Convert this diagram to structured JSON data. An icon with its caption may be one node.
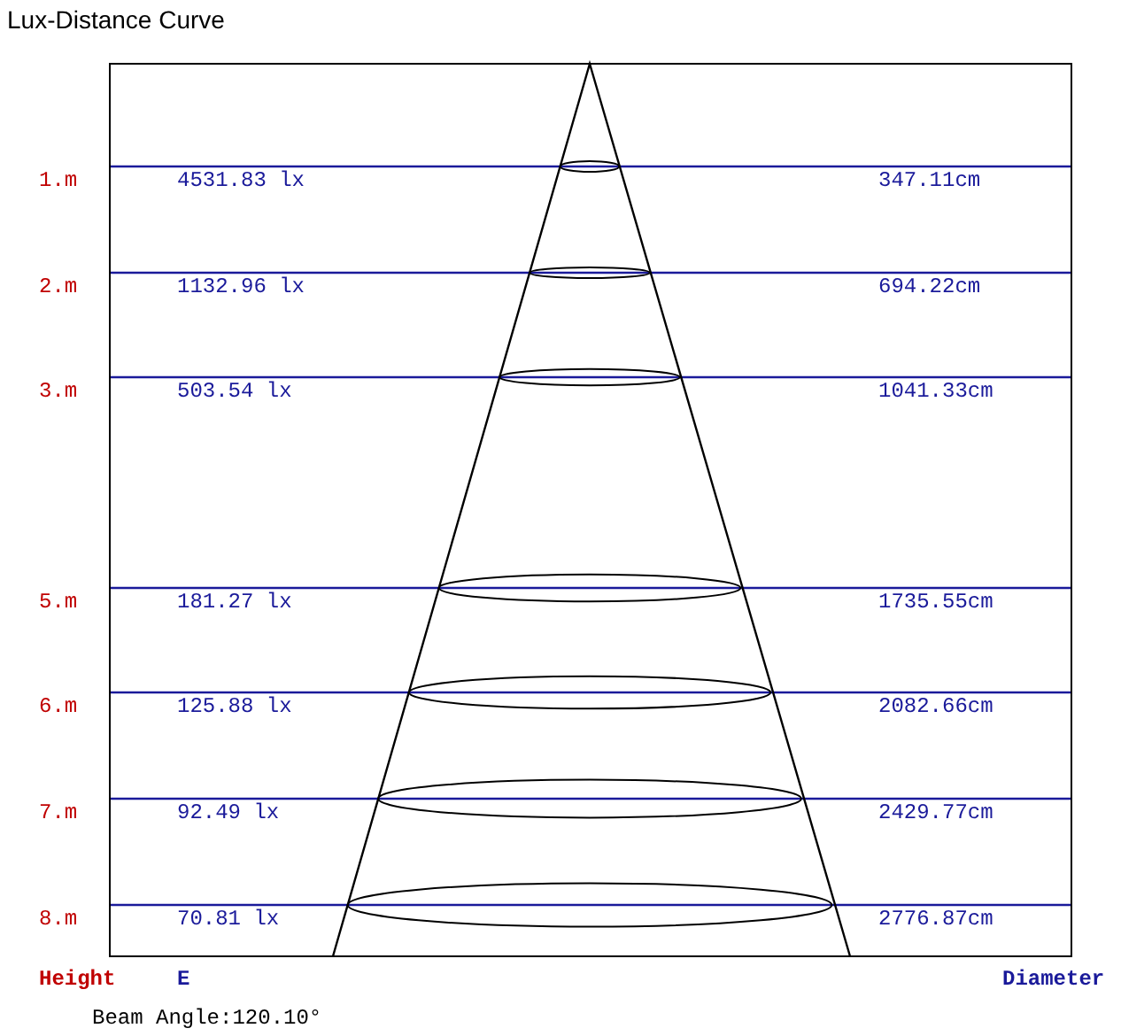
{
  "diagram": {
    "title": "Lux-Distance Curve",
    "labels": [
      "1.m",
      "4531.83 lx",
      "347.11cm",
      "2.m",
      "1132.96 lx",
      "694.22cm",
      "3.m",
      "503.54 lx",
      "1041.33cm",
      "5.m",
      "181.27 lx",
      "1735.55cm",
      "6.m",
      "125.88 lx",
      "2082.66cm",
      "7.m",
      "92.49 lx",
      "2429.77cm",
      "8.m",
      "70.81 lx",
      "2776.87cm",
      "Height",
      "E",
      "Diameter",
      "Beam Angle:120.10°"
    ]
  }
}
